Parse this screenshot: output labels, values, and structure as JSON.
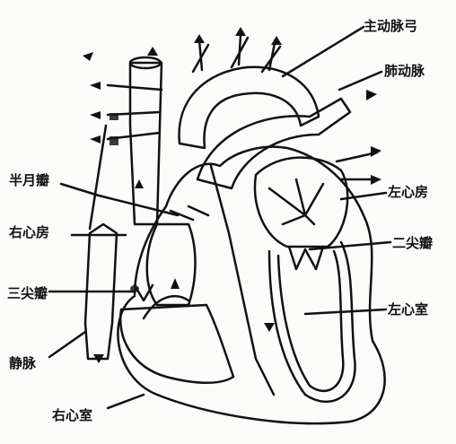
{
  "labels": {
    "aortic_arch": "主动脉弓",
    "pulmonary_artery": "肺动脉",
    "semilunar_valve": "半月瓣",
    "left_atrium": "左心房",
    "right_atrium": "右心房",
    "mitral_valve": "二尖瓣",
    "tricuspid_valve": "三尖瓣",
    "left_ventricle": "左心室",
    "vein": "静脉",
    "right_ventricle": "右心室"
  },
  "colors": {
    "ink": "#111111",
    "paper": "#fbfbf9",
    "shade": "#1a1a1a"
  }
}
